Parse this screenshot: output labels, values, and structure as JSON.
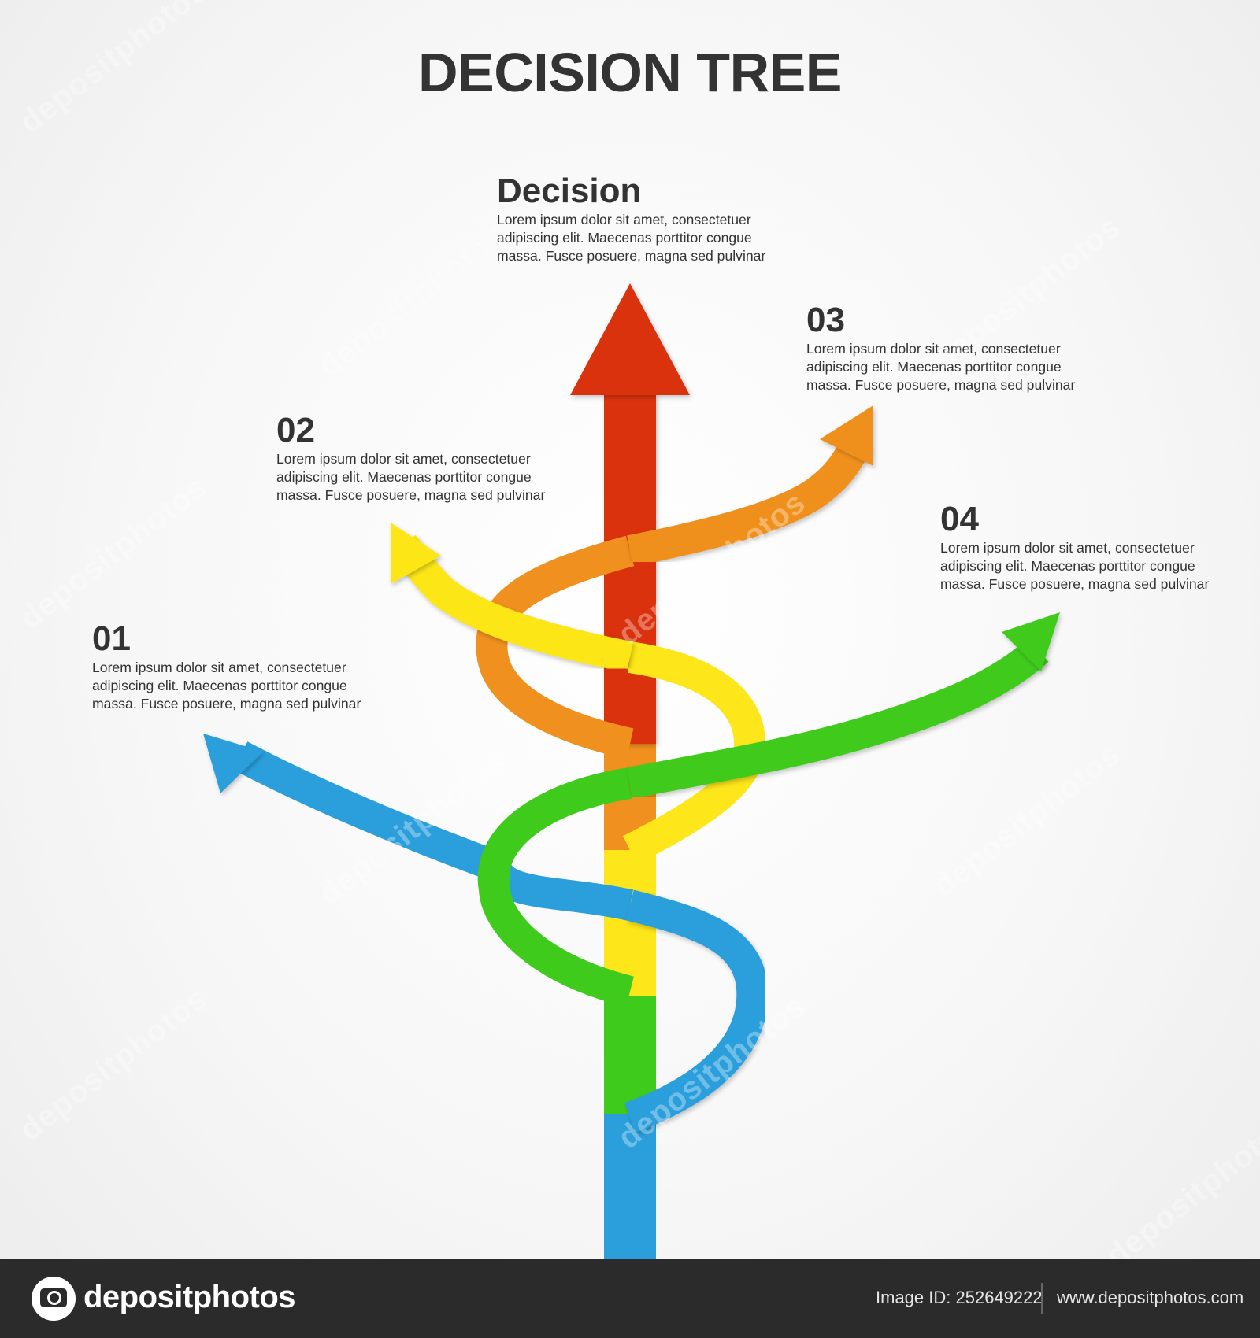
{
  "title": "DECISION TREE",
  "blocks": {
    "decision": {
      "heading": "Decision",
      "lines": [
        "Lorem ipsum dolor sit amet, consectetuer",
        "adipiscing elit. Maecenas porttitor congue",
        "massa. Fusce posuere, magna sed pulvinar"
      ]
    },
    "b01": {
      "heading": "01",
      "lines": [
        "Lorem ipsum dolor sit amet, consectetuer",
        "adipiscing elit. Maecenas porttitor congue",
        "massa. Fusce posuere, magna sed pulvinar"
      ]
    },
    "b02": {
      "heading": "02",
      "lines": [
        "Lorem ipsum dolor sit amet, consectetuer",
        "adipiscing elit. Maecenas porttitor congue",
        "massa. Fusce posuere, magna sed pulvinar"
      ]
    },
    "b03": {
      "heading": "03",
      "lines": [
        "Lorem ipsum dolor sit amet, consectetuer",
        "adipiscing elit. Maecenas porttitor congue",
        "massa. Fusce posuere, magna sed pulvinar"
      ]
    },
    "b04": {
      "heading": "04",
      "lines": [
        "Lorem ipsum dolor sit amet, consectetuer",
        "adipiscing elit. Maecenas porttitor congue",
        "massa. Fusce posuere, magna sed pulvinar"
      ]
    }
  },
  "colors": {
    "decision": "#d9300f",
    "orange": "#f0901e",
    "yellow": "#fde619",
    "green": "#3fcb1c",
    "blue": "#2a9fdc",
    "text": "#333333"
  },
  "watermark": "depositphotos",
  "footer": {
    "brand": "depositphotos",
    "image_id": "Image ID: 252649222",
    "site": "www.depositphotos.com"
  }
}
